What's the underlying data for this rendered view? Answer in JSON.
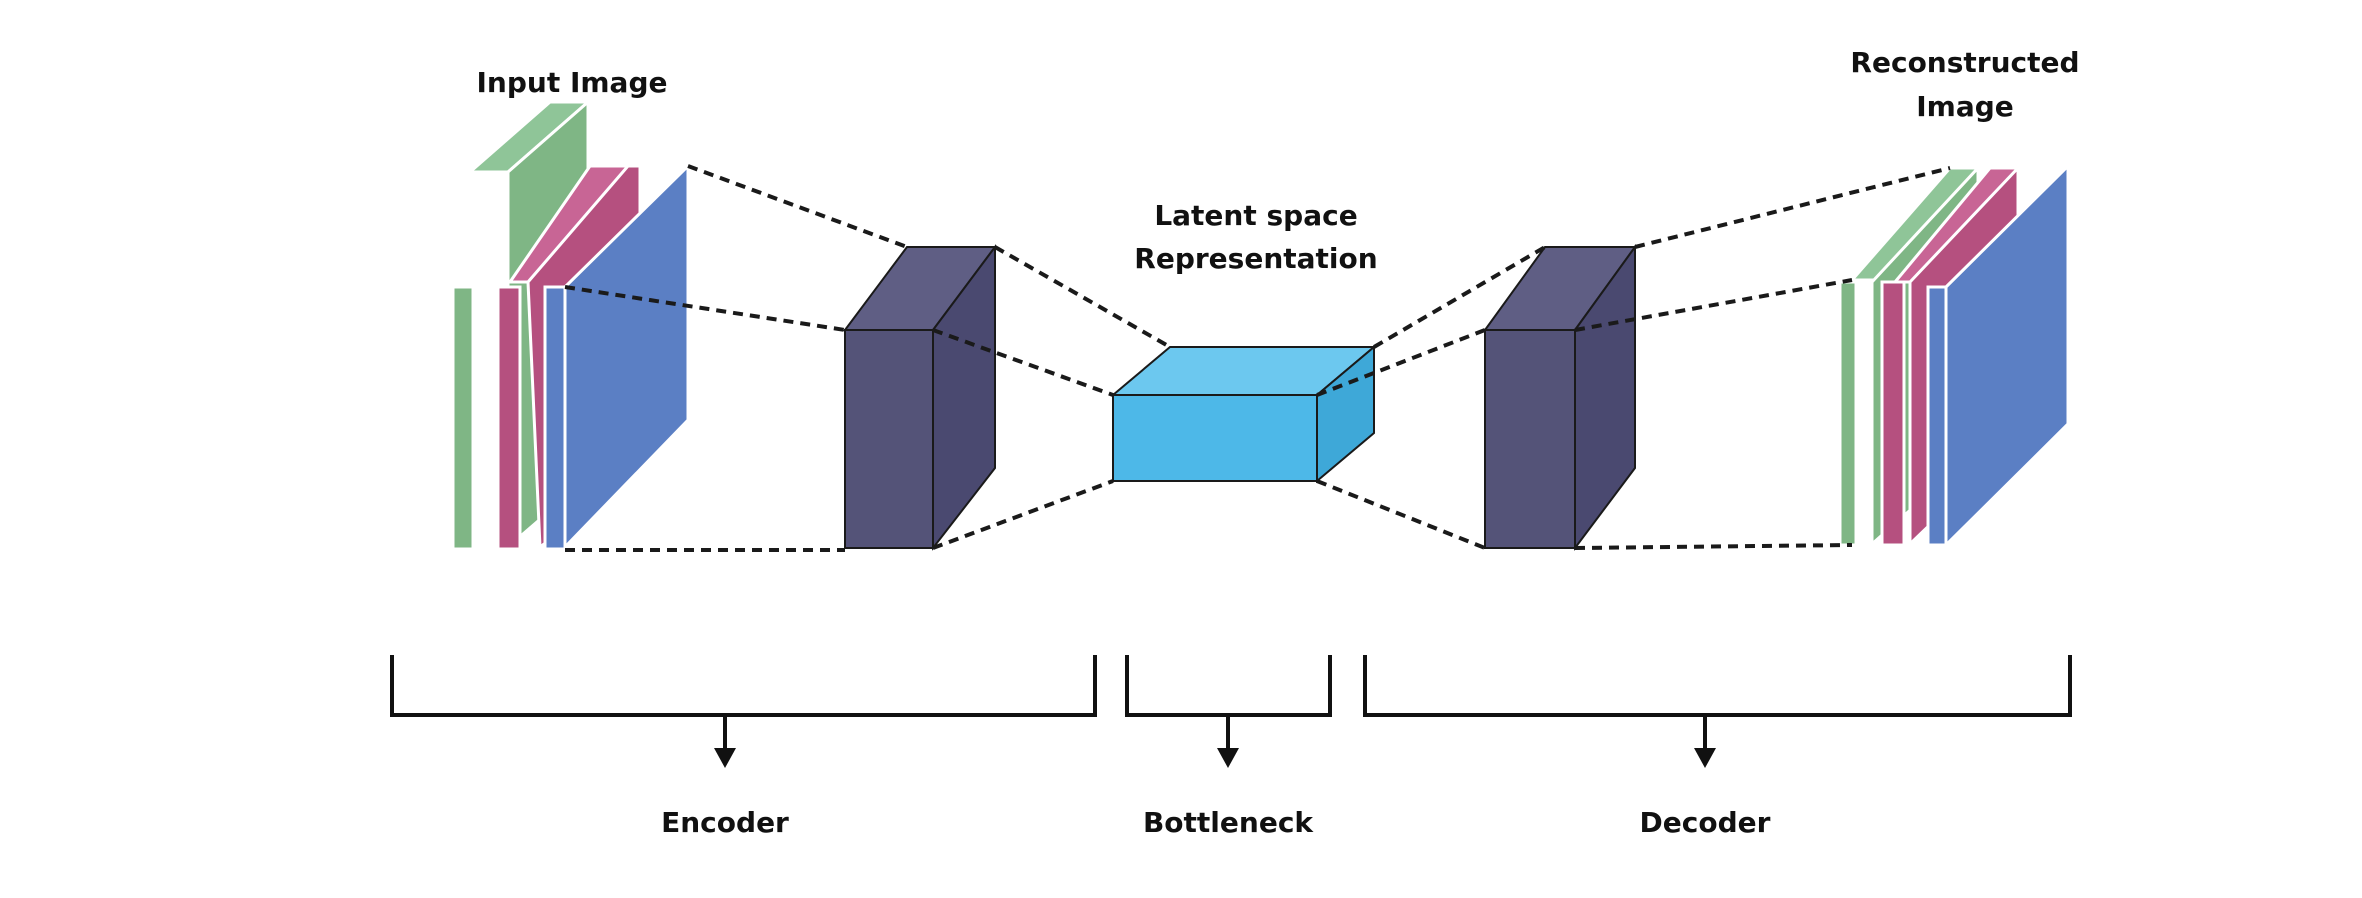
{
  "labels": {
    "input_image": "Input Image",
    "latent_line1": "Latent space",
    "latent_line2": "Representation",
    "reconstructed_line1": "Reconstructed",
    "reconstructed_line2": "Image",
    "encoder": "Encoder",
    "bottleneck": "Bottleneck",
    "decoder": "Decoder"
  },
  "colors": {
    "green_channel": "#7fb685",
    "magenta_channel": "#b5507f",
    "blue_channel": "#5b7fc4",
    "encoder_block": "#545378",
    "decoder_block": "#545378",
    "latent_block": "#4db8e8",
    "dashed_lines": "#1a1a1a",
    "text": "#111111"
  }
}
